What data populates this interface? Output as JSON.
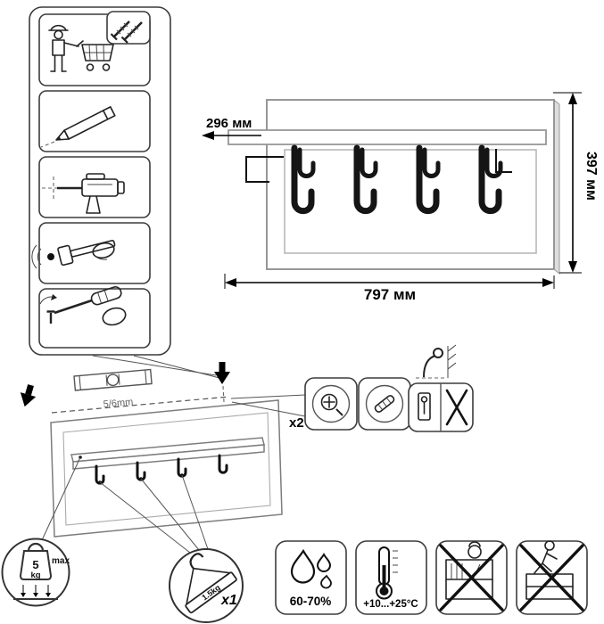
{
  "dimensions": {
    "depth": "296 мм",
    "height": "397 мм",
    "width": "797 мм"
  },
  "assembly": {
    "drill_note": "5/6mm",
    "fastener_count": "x2"
  },
  "limits": {
    "shelf": {
      "value": "5",
      "unit": "kg",
      "label": "max"
    },
    "hook": {
      "value": "1.5kg",
      "count": "x1"
    }
  },
  "conditions": {
    "humidity": "60-70%",
    "temperature": "+10...+25°C"
  },
  "icons": {
    "steps": [
      "person-cart-icon",
      "screws-icon",
      "pencil-mark-icon",
      "drill-icon",
      "hammer-dowel-icon",
      "screwdriver-icon"
    ],
    "mounting": [
      "down-arrow-icon",
      "spirit-level-icon",
      "cam-fastener-icon",
      "wall-plug-icon",
      "wall-hook-icon",
      "wrong-fastener-crossed-icon"
    ],
    "limits": [
      "weight-icon",
      "clothes-hanger-icon"
    ],
    "conditions": [
      "water-drops-icon",
      "thermometer-icon",
      "no-heavy-objects-icon",
      "no-climbing-icon"
    ]
  }
}
